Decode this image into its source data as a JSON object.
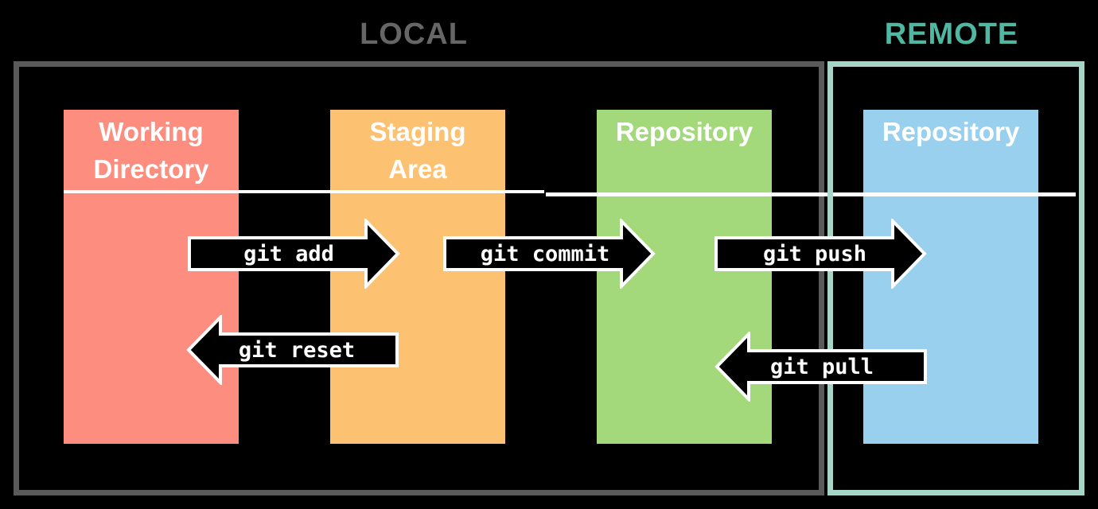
{
  "sections": {
    "local": {
      "label": "LOCAL",
      "label_color": "#666666",
      "border_color": "#5A5A5A"
    },
    "remote": {
      "label": "REMOTE",
      "label_color": "#4FB8A2",
      "border_color": "#A6D4C7"
    }
  },
  "columns": [
    {
      "id": "working-directory",
      "section": "local",
      "title": "Working Directory",
      "line1": "Working",
      "line2": "Directory",
      "color": "#FC8D7F"
    },
    {
      "id": "staging-area",
      "section": "local",
      "title": "Staging Area",
      "line1": "Staging",
      "line2": "Area",
      "color": "#FCC272"
    },
    {
      "id": "local-repository",
      "section": "local",
      "title": "Repository",
      "line1": "Repository",
      "color": "#A3D97A"
    },
    {
      "id": "remote-repository",
      "section": "remote",
      "title": "Repository",
      "line1": "Repository",
      "color": "#99D0EE"
    }
  ],
  "commands": [
    {
      "label": "git add",
      "direction": "right",
      "from": "working-directory",
      "to": "staging-area"
    },
    {
      "label": "git commit",
      "direction": "right",
      "from": "staging-area",
      "to": "local-repository"
    },
    {
      "label": "git push",
      "direction": "right",
      "from": "local-repository",
      "to": "remote-repository"
    },
    {
      "label": "git reset",
      "direction": "left",
      "from": "staging-area",
      "to": "working-directory"
    },
    {
      "label": "git pull",
      "direction": "left",
      "from": "remote-repository",
      "to": "local-repository"
    }
  ],
  "palette": {
    "background": "#000000",
    "arrow_fill": "#000000",
    "arrow_outline": "#FFFFFF",
    "divider_line": "#FFFFFF",
    "column_title_text": "#FFFFFF",
    "command_text": "#FFFFFF"
  }
}
